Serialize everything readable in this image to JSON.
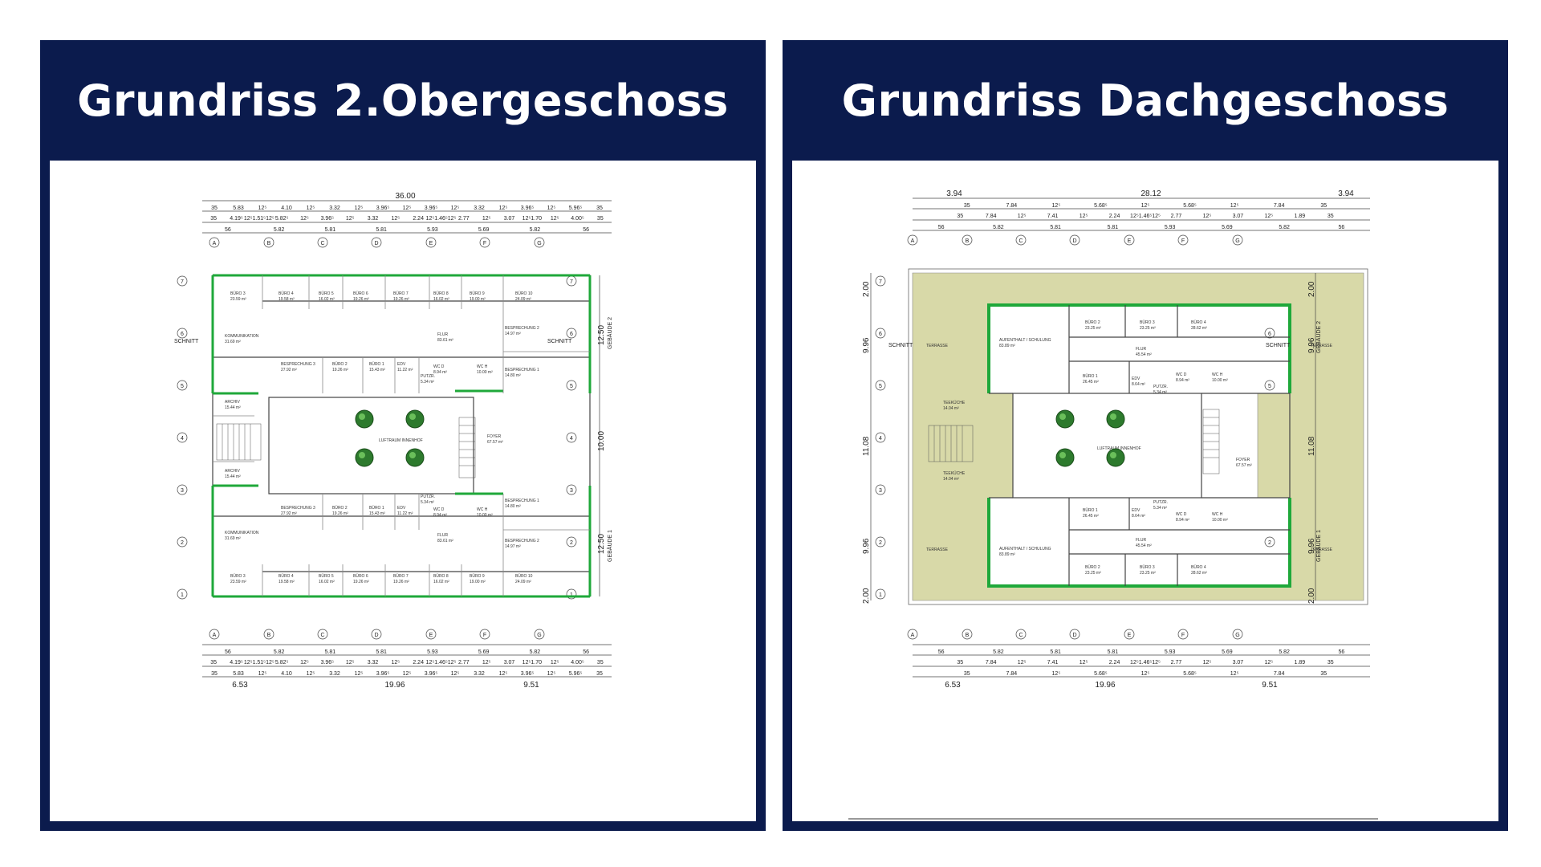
{
  "left_panel": {
    "title": "Grundriss 2.Obergeschoss",
    "total_width": "36.00",
    "dim_row1": [
      "35",
      "5.83",
      "12⁵",
      "4.10",
      "12⁵",
      "3.32",
      "12⁵",
      "3.96⁵",
      "12⁵",
      "3.96⁵",
      "12⁵",
      "3.32",
      "12⁵",
      "3.96⁵",
      "12⁵",
      "5.96⁵",
      "35"
    ],
    "dim_row2": [
      "35",
      "4.19⁵",
      "12⁵1.51⁵12⁵",
      "5.82⁵",
      "12⁵",
      "3.96⁵",
      "12⁵",
      "3.32",
      "12⁵",
      "2.24",
      "12⁵1.46⁵12⁵",
      "2.77",
      "12⁵",
      "3.07",
      "12⁵1.70",
      "12⁵",
      "4.00⁵",
      "35"
    ],
    "dim_row3": [
      "56",
      "5.82",
      "5.81",
      "5.81",
      "5.93",
      "5.69",
      "5.82",
      "56"
    ],
    "axes_letters": [
      "A",
      "B",
      "C",
      "D",
      "E",
      "F",
      "G"
    ],
    "axes_numbers": [
      "7",
      "6",
      "5",
      "4",
      "3",
      "2",
      "1"
    ],
    "schnitt": "SCHNITT",
    "gebaeude2": "GEBÄUDE 2",
    "gebaeude1": "GEBÄUDE 1",
    "right_dims": [
      "12.50",
      "10.00",
      "12.50"
    ],
    "bottom_totals": [
      "6.53",
      "19.96",
      "9.51"
    ],
    "rooms_top": [
      {
        "name": "BÜRO 3",
        "area": "23.59 m²"
      },
      {
        "name": "BÜRO 4",
        "area": "19.58 m²"
      },
      {
        "name": "BÜRO 5",
        "area": "16.02 m²"
      },
      {
        "name": "BÜRO 6",
        "area": "19.26 m²"
      },
      {
        "name": "BÜRO 7",
        "area": "19.26 m²"
      },
      {
        "name": "BÜRO 8",
        "area": "16.02 m²"
      },
      {
        "name": "BÜRO 9",
        "area": "19.00 m²"
      },
      {
        "name": "BÜRO 10",
        "area": "24.09 m²"
      }
    ],
    "kommunikation": {
      "name": "KOMMUNIKATION",
      "area": "31.69 m²"
    },
    "flur": {
      "name": "FLUR",
      "area": "83.61 m²"
    },
    "besprechung2": {
      "name": "BESPRECHUNG 2",
      "area": "14.97 m²"
    },
    "besprechung1": {
      "name": "BESPRECHUNG 1",
      "area": "14.80 m²"
    },
    "besprechung3": {
      "name": "BESPRECHUNG 3",
      "area": "27.92 m²"
    },
    "buero2": {
      "name": "BÜRO 2",
      "area": "19.26 m²"
    },
    "buero1": {
      "name": "BÜRO 1",
      "area": "15.43 m²"
    },
    "edv": {
      "name": "EDV",
      "area": "11.22 m²"
    },
    "putzr": {
      "name": "PUTZR.",
      "area": "5.34 m²"
    },
    "wcd": {
      "name": "WC D",
      "area": "8.94 m²"
    },
    "wch": {
      "name": "WC H",
      "area": "10.00 m²"
    },
    "archiv": {
      "name": "ARCHIV",
      "area": "15.44 m²"
    },
    "luftraum": "LUFTRAUM INNENHOF",
    "foyer": {
      "name": "FOYER",
      "area": "67.57 m²"
    }
  },
  "right_panel": {
    "title": "Grundriss Dachgeschoss",
    "total_width": "28.12",
    "side_width": "3.94",
    "dim_row1": [
      "35",
      "7.84",
      "12⁵",
      "5.68⁵",
      "12⁵",
      "5.68⁵",
      "12⁵",
      "7.84",
      "35"
    ],
    "dim_row2": [
      "35",
      "7.84",
      "12⁵",
      "7.41",
      "12⁵",
      "2.24",
      "12⁵1.46⁵12⁵",
      "2.77",
      "12⁵",
      "3.07",
      "12⁵",
      "1.89",
      "35"
    ],
    "dim_row3": [
      "56",
      "5.82",
      "5.81",
      "5.81",
      "5.93",
      "5.69",
      "5.82",
      "56"
    ],
    "axes_letters": [
      "A",
      "B",
      "C",
      "D",
      "E",
      "F",
      "G"
    ],
    "axes_numbers": [
      "7",
      "6",
      "5",
      "4",
      "3",
      "2",
      "1"
    ],
    "schnitt": "SCHNITT",
    "gebaeude2": "GEBÄUDE 2",
    "gebaeude1": "GEBÄUDE 1",
    "side_dims": [
      "2.00",
      "9.96",
      "11.08",
      "9.96",
      "2.00"
    ],
    "bottom_totals": [
      "6.53",
      "19.96",
      "9.51"
    ],
    "terrasse": "TERRASSE",
    "aufenthalt": {
      "name": "AUFENTHALT / SCHULUNG",
      "area": "83.89 m²"
    },
    "buero2": {
      "name": "BÜRO 2",
      "area": "23.25 m²"
    },
    "buero3": {
      "name": "BÜRO 3",
      "area": "23.25 m²"
    },
    "buero4": {
      "name": "BÜRO 4",
      "area": "28.62 m²"
    },
    "buero1": {
      "name": "BÜRO 1",
      "area": "26.45 m²"
    },
    "flur": {
      "name": "FLUR",
      "area": "45.54 m²"
    },
    "edv": {
      "name": "EDV",
      "area": "8.64 m²"
    },
    "putzr": {
      "name": "PUTZR.",
      "area": "5.34 m²"
    },
    "wcd": {
      "name": "WC D",
      "area": "8.94 m²"
    },
    "wch": {
      "name": "WC H",
      "area": "10.00 m²"
    },
    "teekueche": {
      "name": "TEEKÜCHE",
      "area": "14.04 m²"
    },
    "luftraum": "LUFTRAUM INNENHOF",
    "foyer": {
      "name": "FOYER",
      "area": "67.57 m²"
    }
  },
  "colors": {
    "navy": "#0b1b4d",
    "wall_green": "#1fa83a",
    "terrace": "#d8d9a8",
    "tree": "#2d7a2d"
  }
}
